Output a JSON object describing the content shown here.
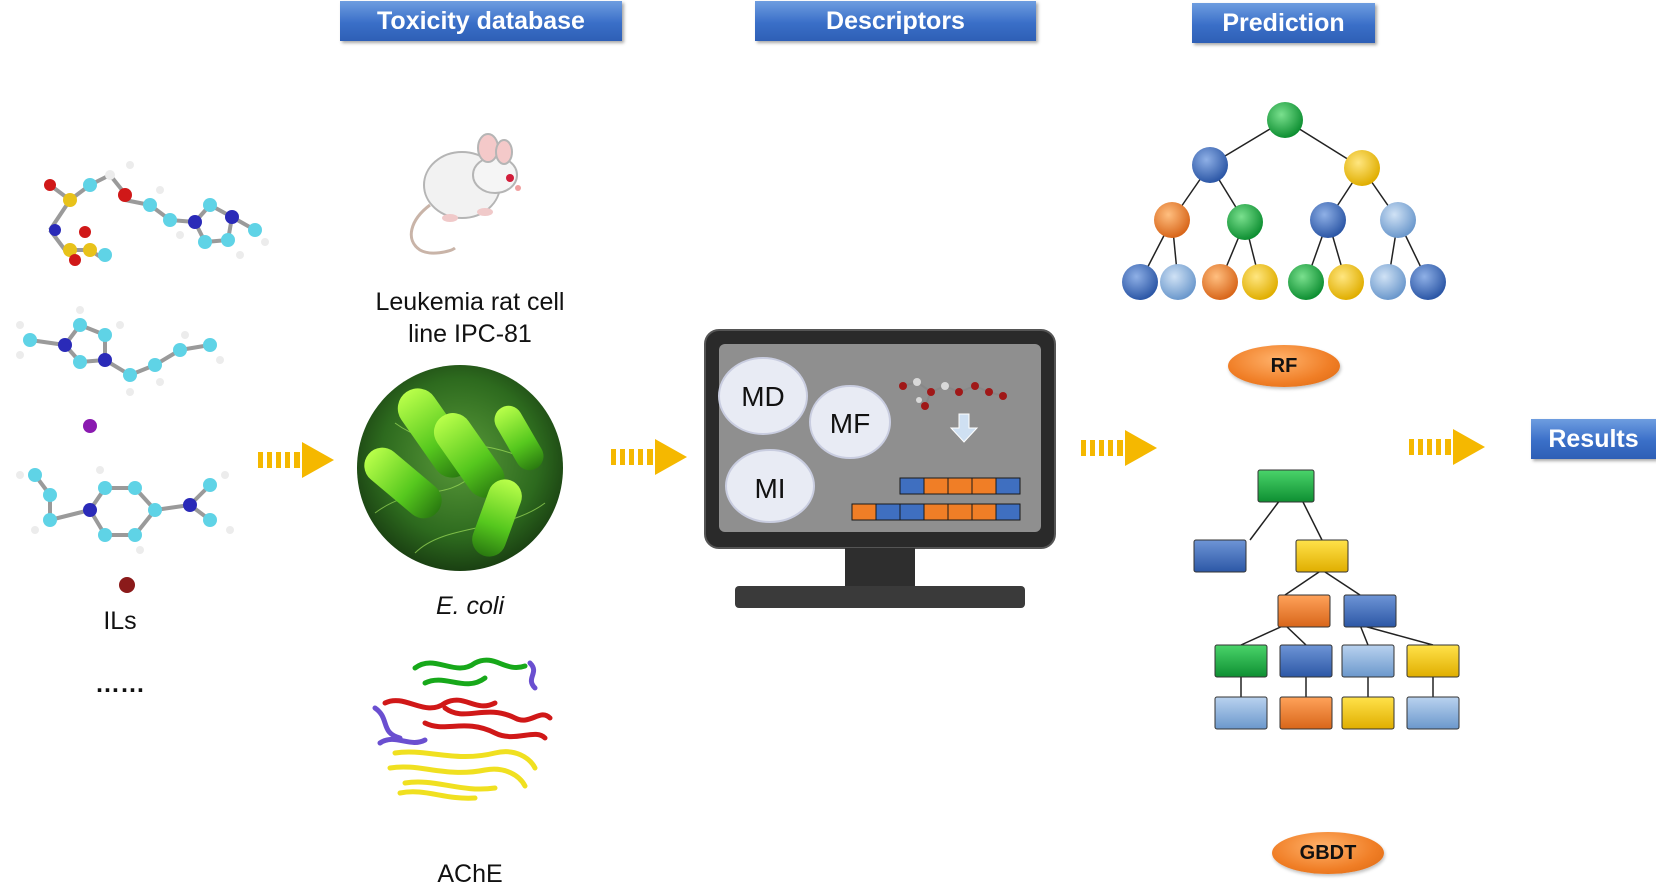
{
  "headers": {
    "toxicity_database": "Toxicity database",
    "descriptors": "Descriptors",
    "prediction": "Prediction",
    "results": "Results"
  },
  "ils": {
    "label": "ILs",
    "ellipsis": "……"
  },
  "toxicity": {
    "rat_label": "Leukemia rat cell line IPC-81",
    "rat_label_line1": "Leukemia rat cell",
    "rat_label_line2": "line IPC-81",
    "ecoli_label": "E. coli",
    "ache_label": "AChE"
  },
  "descriptors": {
    "md": "MD",
    "mf": "MF",
    "mi": "MI"
  },
  "models": {
    "rf": "RF",
    "gbdt": "GBDT"
  },
  "colors": {
    "header_blue": "#3a6fc8",
    "arrow_yellow": "#f5b800",
    "node_green": "#1db34a",
    "node_blue": "#3f6fc0",
    "node_lightblue": "#7fa7d6",
    "node_orange": "#f07e26",
    "node_yellow": "#f5c400"
  },
  "icons": {
    "arrow": "dashed-right-arrow-icon",
    "mouse": "mouse-icon",
    "bacteria": "bacteria-icon",
    "protein": "protein-structure-icon",
    "monitor": "computer-monitor-icon",
    "molecule": "molecule-icon"
  }
}
